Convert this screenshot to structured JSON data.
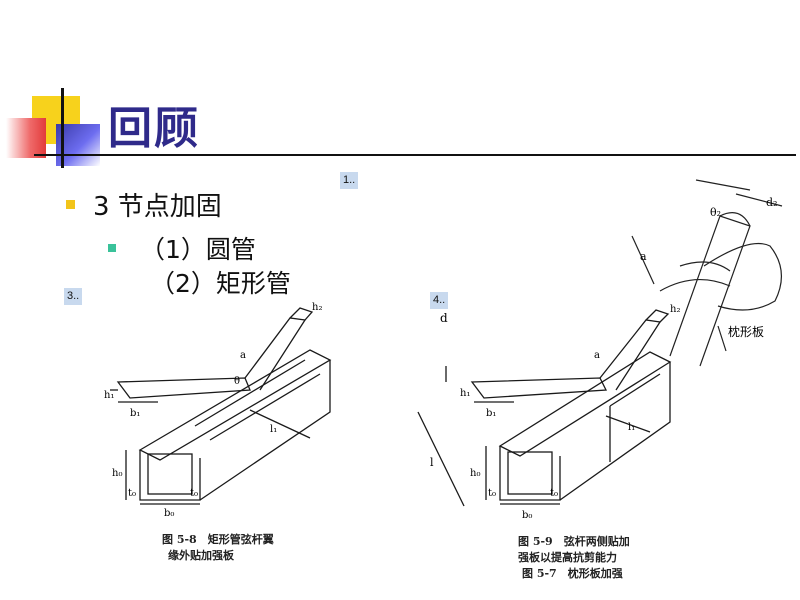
{
  "slide": {
    "title": "回顾",
    "bullet_1": "3 节点加固",
    "bullet_2": "（1）圆管",
    "bullet_3_partial": "（2）矩形管"
  },
  "markers": {
    "m1": "1..",
    "m3": "3..",
    "m4": "4.."
  },
  "figure_left": {
    "caption_line1": "图 5-8　矩形管弦杆翼",
    "caption_line2": "缘外贴加强板",
    "labels": {
      "h2": "h₂",
      "a": "a",
      "theta": "θ",
      "h1": "h₁",
      "b1": "b₁",
      "l1": "l₁",
      "h0": "h₀",
      "t0a": "t₀",
      "t0b": "t₀",
      "b0": "b₀"
    }
  },
  "figure_right": {
    "caption_line1": "图 5-9　弦杆两侧贴加",
    "caption_line2": "强板以提高抗剪能力",
    "caption_cut": "图 5-7　枕形板加强",
    "labels": {
      "h2": "h₂",
      "a": "a",
      "h1": "h₁",
      "b1": "b₁",
      "l1": "l₁",
      "h0": "h₀",
      "t0a": "t₀",
      "t0b": "t₀",
      "b0": "b₀",
      "l": "l",
      "d": "d"
    }
  },
  "figure_top": {
    "label_plate": "枕形板",
    "label_a": "a",
    "label_d": "d₂",
    "label_theta": "θ₂"
  }
}
